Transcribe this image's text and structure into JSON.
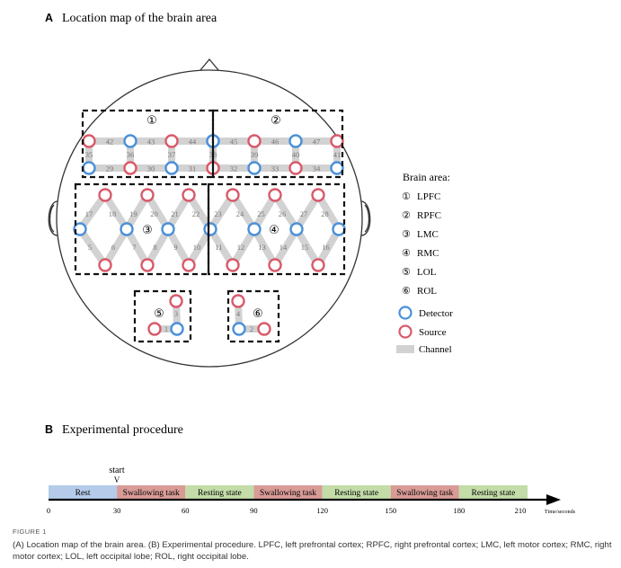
{
  "panel_a": {
    "letter": "A",
    "title": "Location map of the brain area",
    "region_marks": [
      "①",
      "②",
      "③",
      "④",
      "⑤",
      "⑥"
    ],
    "channels_lpfc_top": [
      "42",
      "43",
      "44"
    ],
    "channels_rpfc_top": [
      "45",
      "46",
      "47"
    ],
    "channels_lpfc_mid": [
      "35",
      "36",
      "37"
    ],
    "channels_rpfc_mid": [
      "38",
      "39",
      "40",
      "41"
    ],
    "channels_lpfc_bottom": [
      "29",
      "30",
      "31"
    ],
    "channels_rpfc_bottom": [
      "32",
      "33",
      "34"
    ],
    "channels_motor_top": [
      "17",
      "18",
      "19",
      "20",
      "21",
      "22",
      "23",
      "24",
      "25",
      "26",
      "27",
      "28"
    ],
    "channels_motor_bottom": [
      "5",
      "6",
      "7",
      "8",
      "9",
      "10",
      "11",
      "12",
      "13",
      "14",
      "15",
      "16"
    ],
    "channels_lol": [
      "3",
      "1"
    ],
    "channels_rol": [
      "4",
      "2"
    ],
    "legend": {
      "title": "Brain area:",
      "areas": [
        {
          "mark": "①",
          "name": "LPFC"
        },
        {
          "mark": "②",
          "name": "RPFC"
        },
        {
          "mark": "③",
          "name": "LMC"
        },
        {
          "mark": "④",
          "name": "RMC"
        },
        {
          "mark": "⑤",
          "name": "LOL"
        },
        {
          "mark": "⑥",
          "name": "ROL"
        }
      ],
      "detector": "Detector",
      "source": "Source",
      "channel": "Channel",
      "detector_color": "#4a90d9",
      "source_color": "#d95a6a",
      "channel_color": "#d2d2d2"
    }
  },
  "panel_b": {
    "letter": "B",
    "title": "Experimental procedure",
    "start_label": "start",
    "start_arrow": "V",
    "segments": [
      {
        "label": "Rest",
        "color": "#b5cbe9"
      },
      {
        "label": "Swallowing task",
        "color": "#d89b96"
      },
      {
        "label": "Resting state",
        "color": "#c3dca8"
      },
      {
        "label": "Swallowing task",
        "color": "#d89b96"
      },
      {
        "label": "Resting state",
        "color": "#c3dca8"
      },
      {
        "label": "Swallowing task",
        "color": "#d89b96"
      },
      {
        "label": "Resting state",
        "color": "#c3dca8"
      }
    ],
    "ticks": [
      "0",
      "30",
      "60",
      "90",
      "120",
      "150",
      "180",
      "210"
    ],
    "axis_unit": "Time/seconds"
  },
  "caption": {
    "label": "FIGURE 1",
    "text": "(A) Location map of the brain area. (B) Experimental procedure. LPFC, left prefrontal cortex; RPFC, right prefrontal cortex; LMC, left motor cortex; RMC, right motor cortex; LOL, left occipital lobe; ROL, right occipital lobe."
  }
}
